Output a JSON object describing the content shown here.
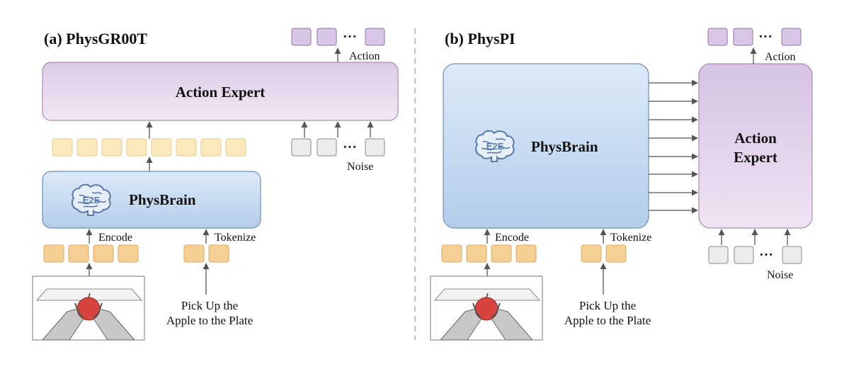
{
  "panel_a": {
    "title": "(a) PhysGR00T",
    "action_label": "Action",
    "action_expert": "Action Expert",
    "physbrain": "PhysBrain",
    "noise_label": "Noise",
    "encode_label": "Encode",
    "tokenize_label": "Tokenize",
    "instruction_line1": "Pick Up the",
    "instruction_line2": "Apple to the Plate",
    "ellipsis": "···"
  },
  "panel_b": {
    "title": "(b) PhysPI",
    "action_label": "Action",
    "action_expert_line1": "Action",
    "action_expert_line2": "Expert",
    "physbrain": "PhysBrain",
    "noise_label": "Noise",
    "encode_label": "Encode",
    "tokenize_label": "Tokenize",
    "instruction_line1": "Pick Up the",
    "instruction_line2": "Apple to the Plate",
    "ellipsis": "···"
  },
  "colors": {
    "action_expert_fill": "#e6d6ec",
    "action_expert_stroke": "#a98bb5",
    "physbrain_fill": "#c9def3",
    "physbrain_stroke": "#6f8fb8",
    "action_token": "#d9c6e6",
    "latent_token": "#fbe8bd",
    "input_token": "#f6cf94",
    "noise_token": "#ececec",
    "brain_icon": "#5a7aa6"
  }
}
